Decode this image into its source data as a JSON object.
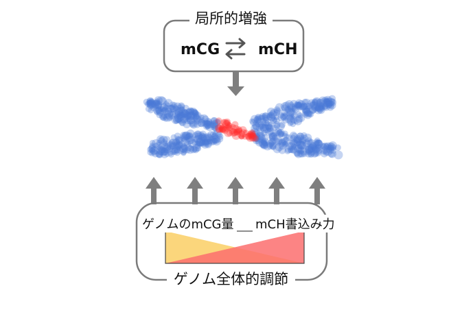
{
  "local_box": {
    "title": "局所的増強",
    "left_label": "mCG",
    "right_label": "mCH",
    "arrow_icon": "bidirectional-exchange-arrows"
  },
  "chromosome": {
    "arm_color": "#4a78d8",
    "center_color": "#ff2a2a"
  },
  "global_box": {
    "title": "ゲノム全体的調節",
    "left_label": "ゲノムのmCG量",
    "right_label": "mCH書込み力",
    "left_triangle_color": "#fbd16e",
    "right_triangle_color": "#fb6f6f",
    "overlap_color": "#fb9c4c",
    "up_arrow_count": 5
  },
  "colors": {
    "box_stroke": "#7a7a7a",
    "arrow": "#7f7f7f"
  }
}
